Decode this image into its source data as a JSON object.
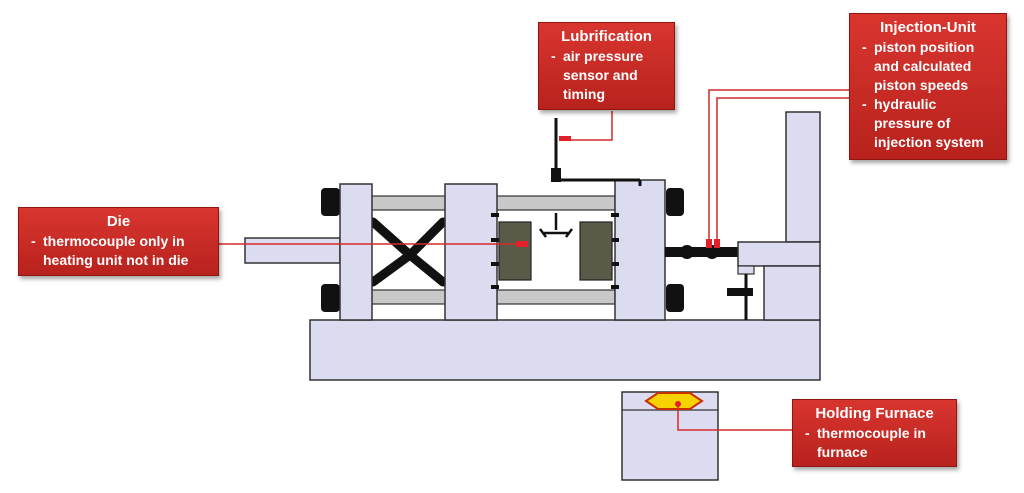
{
  "callouts": {
    "lubrification": {
      "title": "Lubrification",
      "items": [
        "air pressure sensor and timing"
      ]
    },
    "injection_unit": {
      "title": "Injection-Unit",
      "items": [
        "piston position and calculated piston speeds",
        "hydraulic pressure of injection system"
      ]
    },
    "die": {
      "title": "Die",
      "items": [
        "thermocouple only in heating unit not in die"
      ]
    },
    "holding_furnace": {
      "title": "Holding Furnace",
      "items": [
        "thermocouple in furnace"
      ]
    }
  },
  "colors": {
    "machine_fill": "#dcdcf0",
    "callout_red": "#c8282a",
    "die_block": "#5a5a48",
    "molten_metal": "#f5d200"
  }
}
